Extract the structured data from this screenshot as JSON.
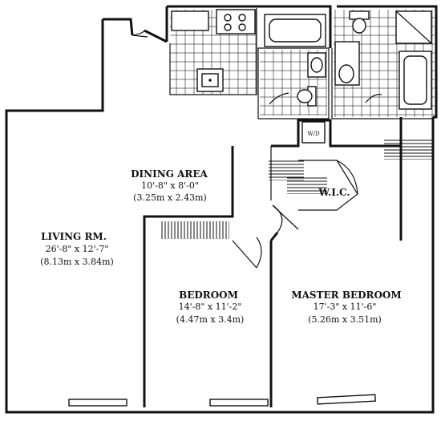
{
  "rooms": {
    "dining": {
      "name": "DINING AREA",
      "imperial": "10'-8\" x 8'-0\"",
      "metric": "(3.25m x 2.43m)"
    },
    "living": {
      "name": "LIVING RM.",
      "imperial": "26'-8\" x 12'-7\"",
      "metric": "(8.13m x 3.84m)"
    },
    "bedroom": {
      "name": "BEDROOM",
      "imperial": "14'-8\" x 11'-2\"",
      "metric": "(4.47m x 3.4m)"
    },
    "master": {
      "name": "MASTER BEDROOM",
      "imperial": "17'-3\" x 11'-6\"",
      "metric": "(5.26m x 3.51m)"
    },
    "wic": {
      "name": "W.I.C."
    },
    "wd": {
      "name": "W/D"
    }
  }
}
